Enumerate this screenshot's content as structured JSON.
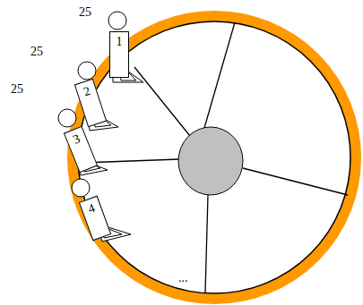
{
  "diagram": {
    "nodes": [
      {
        "text": [
          "1"
        ]
      },
      {
        "text": [
          "2"
        ]
      },
      {
        "text": [
          "3"
        ]
      },
      {
        "text": [
          "4"
        ]
      }
    ],
    "labels": [
      "25",
      "25",
      "25",
      "..."
    ]
  }
}
